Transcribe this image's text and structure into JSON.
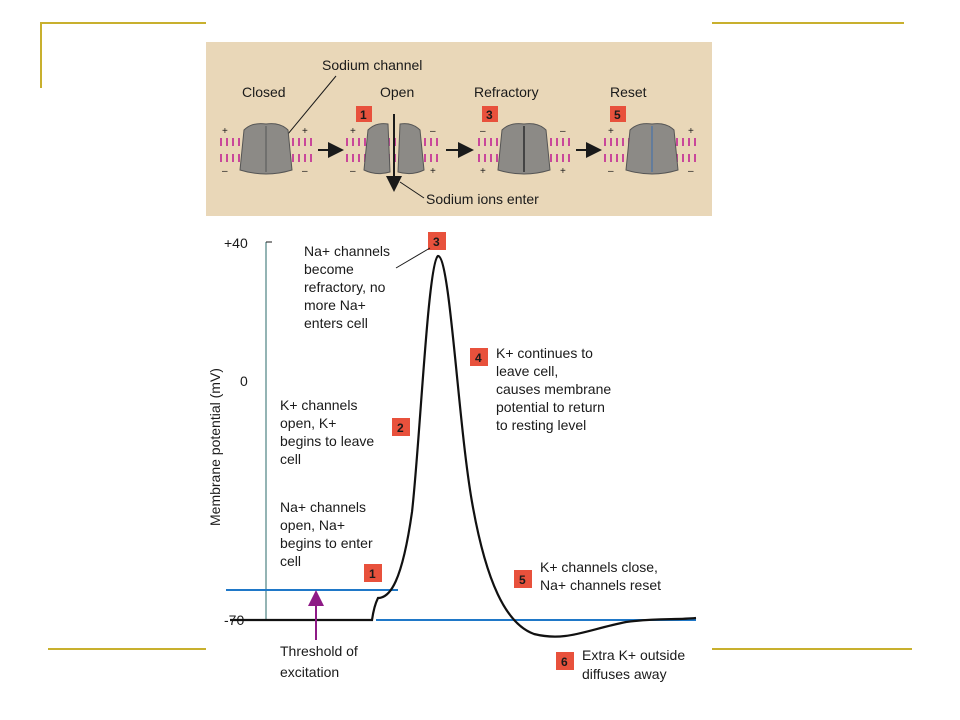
{
  "channels": {
    "title": "Sodium channel",
    "states": [
      {
        "label": "Closed",
        "badge": ""
      },
      {
        "label": "Open",
        "badge": "1"
      },
      {
        "label": "Refractory",
        "badge": "3"
      },
      {
        "label": "Reset",
        "badge": "5"
      }
    ],
    "ions_label": "Sodium ions enter"
  },
  "graph": {
    "ylabel": "Membrane potential (mV)",
    "yticks": [
      "+40",
      "0",
      "-70"
    ],
    "threshold_label": [
      "Threshold of",
      "excitation"
    ],
    "annotations": [
      {
        "badge": "1",
        "lines": [
          "Na+ channels",
          "open, Na+",
          "begins to enter",
          "cell"
        ]
      },
      {
        "badge": "2",
        "lines": [
          "K+ channels",
          "open, K+",
          "begins to leave",
          "cell"
        ]
      },
      {
        "badge": "3",
        "lines": [
          "Na+ channels",
          "become",
          "refractory, no",
          "more Na+",
          "enters cell"
        ]
      },
      {
        "badge": "4",
        "lines": [
          "K+ continues to",
          "leave cell,",
          "causes membrane",
          "potential to return",
          "to resting level"
        ]
      },
      {
        "badge": "5",
        "lines": [
          "K+ channels close,",
          "Na+ channels reset"
        ]
      },
      {
        "badge": "6",
        "lines": [
          "Extra K+ outside",
          "diffuses away"
        ]
      }
    ]
  },
  "colors": {
    "badge": "#e8513c",
    "membrane": "#c9479a",
    "threshold": "#1f78c8",
    "arrow": "#8e1a86",
    "panel": "#e9d7b8",
    "frame": "#c8b02e"
  }
}
